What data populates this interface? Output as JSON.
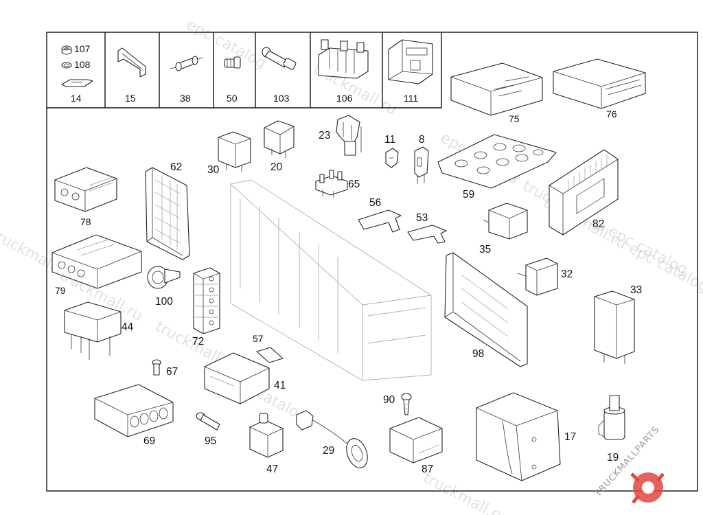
{
  "diagram": {
    "header_labels": {
      "p107": "107",
      "p108": "108",
      "p14": "14",
      "p15": "15",
      "p38": "38",
      "p50": "50",
      "p103": "103",
      "p106": "106",
      "p111": "111"
    },
    "part_labels": {
      "p75": "75",
      "p76": "76",
      "p23": "23",
      "p11": "11",
      "p8": "8",
      "p62": "62",
      "p30": "30",
      "p20": "20",
      "p65": "65",
      "p59": "59",
      "p82": "82",
      "p78": "78",
      "p56": "56",
      "p53": "53",
      "p35": "35",
      "p79": "79",
      "p100": "100",
      "p72": "72",
      "p32": "32",
      "p33": "33",
      "p44": "44",
      "p98": "98",
      "p57": "57",
      "p67": "67",
      "p41": "41",
      "p90": "90",
      "p69": "69",
      "p95": "95",
      "p47": "47",
      "p29": "29",
      "p87": "87",
      "p17": "17",
      "p19": "19"
    },
    "watermarks": [
      "epc catalog",
      "truckmall.ru",
      "epc catalog",
      "truckmall.ru epc catalog",
      "truckmall.ru",
      "truckmall.ru epc catalog",
      "truckmall.ru",
      "truckmall.ru",
      "epc catalog",
      "truckmall.ru"
    ],
    "logo": {
      "text": "TRUCKMALLPARTS",
      "color": "#e2473f"
    }
  }
}
